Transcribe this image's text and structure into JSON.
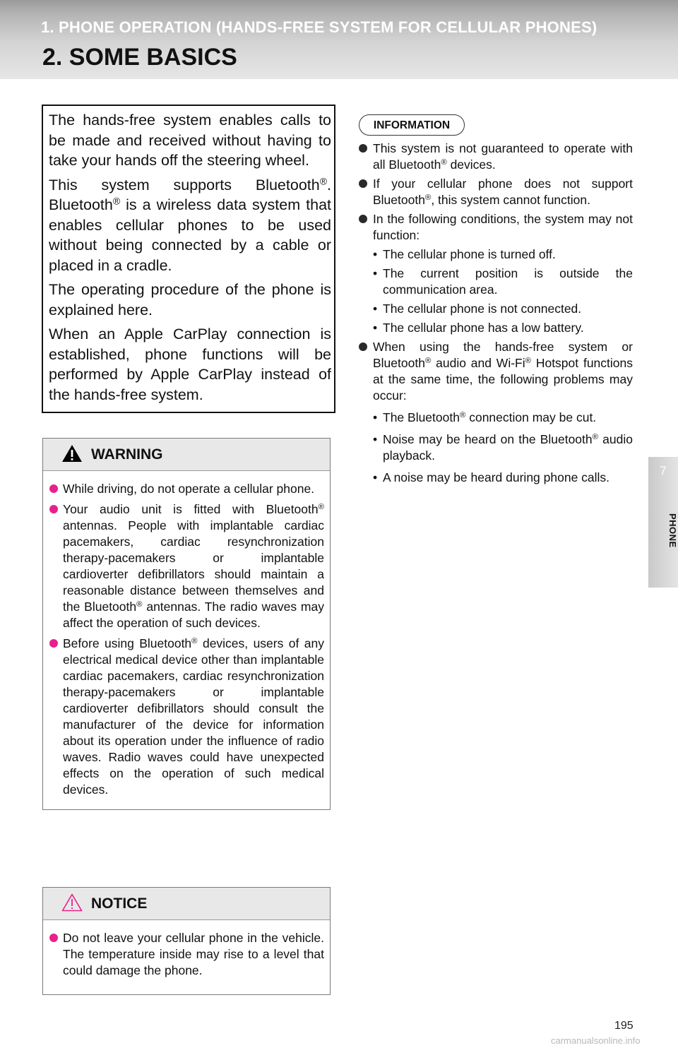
{
  "header": {
    "chapter_title": "1. PHONE OPERATION (HANDS-FREE SYSTEM FOR CELLULAR PHONES)",
    "section_title": "2. SOME BASICS"
  },
  "side_tab": {
    "number": "7",
    "label": "PHONE"
  },
  "intro": {
    "p1": "The hands-free system enables calls to be made and received without having to take your hands off the steering wheel.",
    "p2_a": "This system supports Bluetooth",
    "p2_b": ". Bluetooth",
    "p2_c": " is a wireless data system that enables cellular phones to be used without being connected by a cable or placed in a cradle.",
    "p3": "The operating procedure of the phone is explained here.",
    "p4": "When an Apple CarPlay connection is established, phone functions will be performed by Apple CarPlay instead of the hands-free system."
  },
  "reg_mark": "®",
  "warning": {
    "title": "WARNING",
    "b1": "While driving, do not operate a cellular phone.",
    "b2_a": "Your audio unit is fitted with Bluetooth",
    "b2_b": " antennas. People with implantable cardiac pacemakers, cardiac resynchronization therapy-pacemakers or implantable cardioverter defibrillators should maintain a reasonable distance between themselves and the Bluetooth",
    "b2_c": " antennas. The radio waves may affect the operation of such devices.",
    "b3_a": "Before using Bluetooth",
    "b3_b": " devices, users of any electrical medical device other than implantable cardiac pacemakers, cardiac resynchronization therapy-pacemakers or implantable cardioverter defibrillators should consult the manufacturer of the device for information about its operation under the influence of radio waves. Radio waves could have unexpected effects on the operation of such medical devices."
  },
  "notice": {
    "title": "NOTICE",
    "b1": "Do not leave your cellular phone in the vehicle. The temperature inside may rise to a level that could damage the phone."
  },
  "information": {
    "title": "INFORMATION",
    "b1_a": "This system is not guaranteed to operate with all Bluetooth",
    "b1_b": " devices.",
    "b2_a": "If your cellular phone does not support Bluetooth",
    "b2_b": ", this system cannot function.",
    "b3": "In the following conditions, the system may not function:",
    "b3_items": [
      "The cellular phone is turned off.",
      "The current position is outside the communication area.",
      "The cellular phone is not connected.",
      "The cellular phone has a low battery."
    ],
    "b4_a": "When using the hands-free system or Bluetooth",
    "b4_b": " audio and Wi-Fi",
    "b4_c": " Hotspot functions at the same time, the following problems may occur:",
    "b4_item1_a": "The Bluetooth",
    "b4_item1_b": " connection may be cut.",
    "b4_item2_a": "Noise may be heard on the Bluetooth",
    "b4_item2_b": " audio playback.",
    "b4_item3": "A noise may be heard during phone calls."
  },
  "sub_bullet": "•",
  "page_number": "195",
  "watermark": "carmanualsonline.info",
  "colors": {
    "warning_bullet": "#e8208b",
    "warning_icon": "#000000",
    "notice_icon": "#e8208b"
  }
}
